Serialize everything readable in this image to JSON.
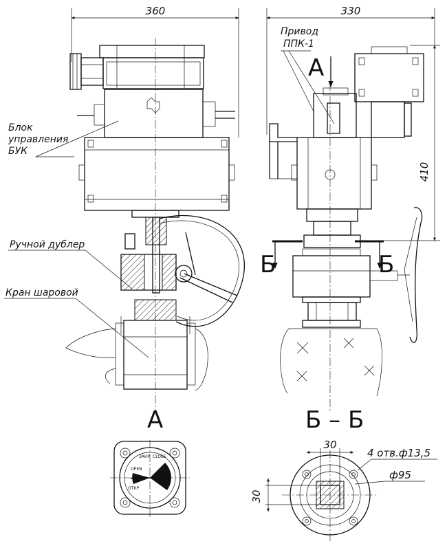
{
  "dimensions": {
    "front_width": "360",
    "side_width": "330",
    "side_height": "410",
    "bb_square": "30",
    "bb_square_vertical": "30",
    "bb_holes": "4 отв.ф13,5",
    "bb_circle": "ф95"
  },
  "callouts": {
    "control_block_line1": "Блок",
    "control_block_line2": "управления",
    "control_block_line3": "БУК",
    "hand_backup": "Ручной дублер",
    "ball_valve": "Кран шаровой",
    "drive_line1": "Привод",
    "drive_line2": "ППК-1"
  },
  "section_marks": {
    "view_a_arrow": "А",
    "section_b_left": "Б",
    "section_b_right": "Б",
    "view_a_title": "А",
    "section_bb_title": "Б – Б"
  },
  "indicator_face": {
    "close_en": "CLOSE",
    "close_ru": "ЗАКР",
    "open_en": "OPEN",
    "open_ru": "ОТКР"
  }
}
